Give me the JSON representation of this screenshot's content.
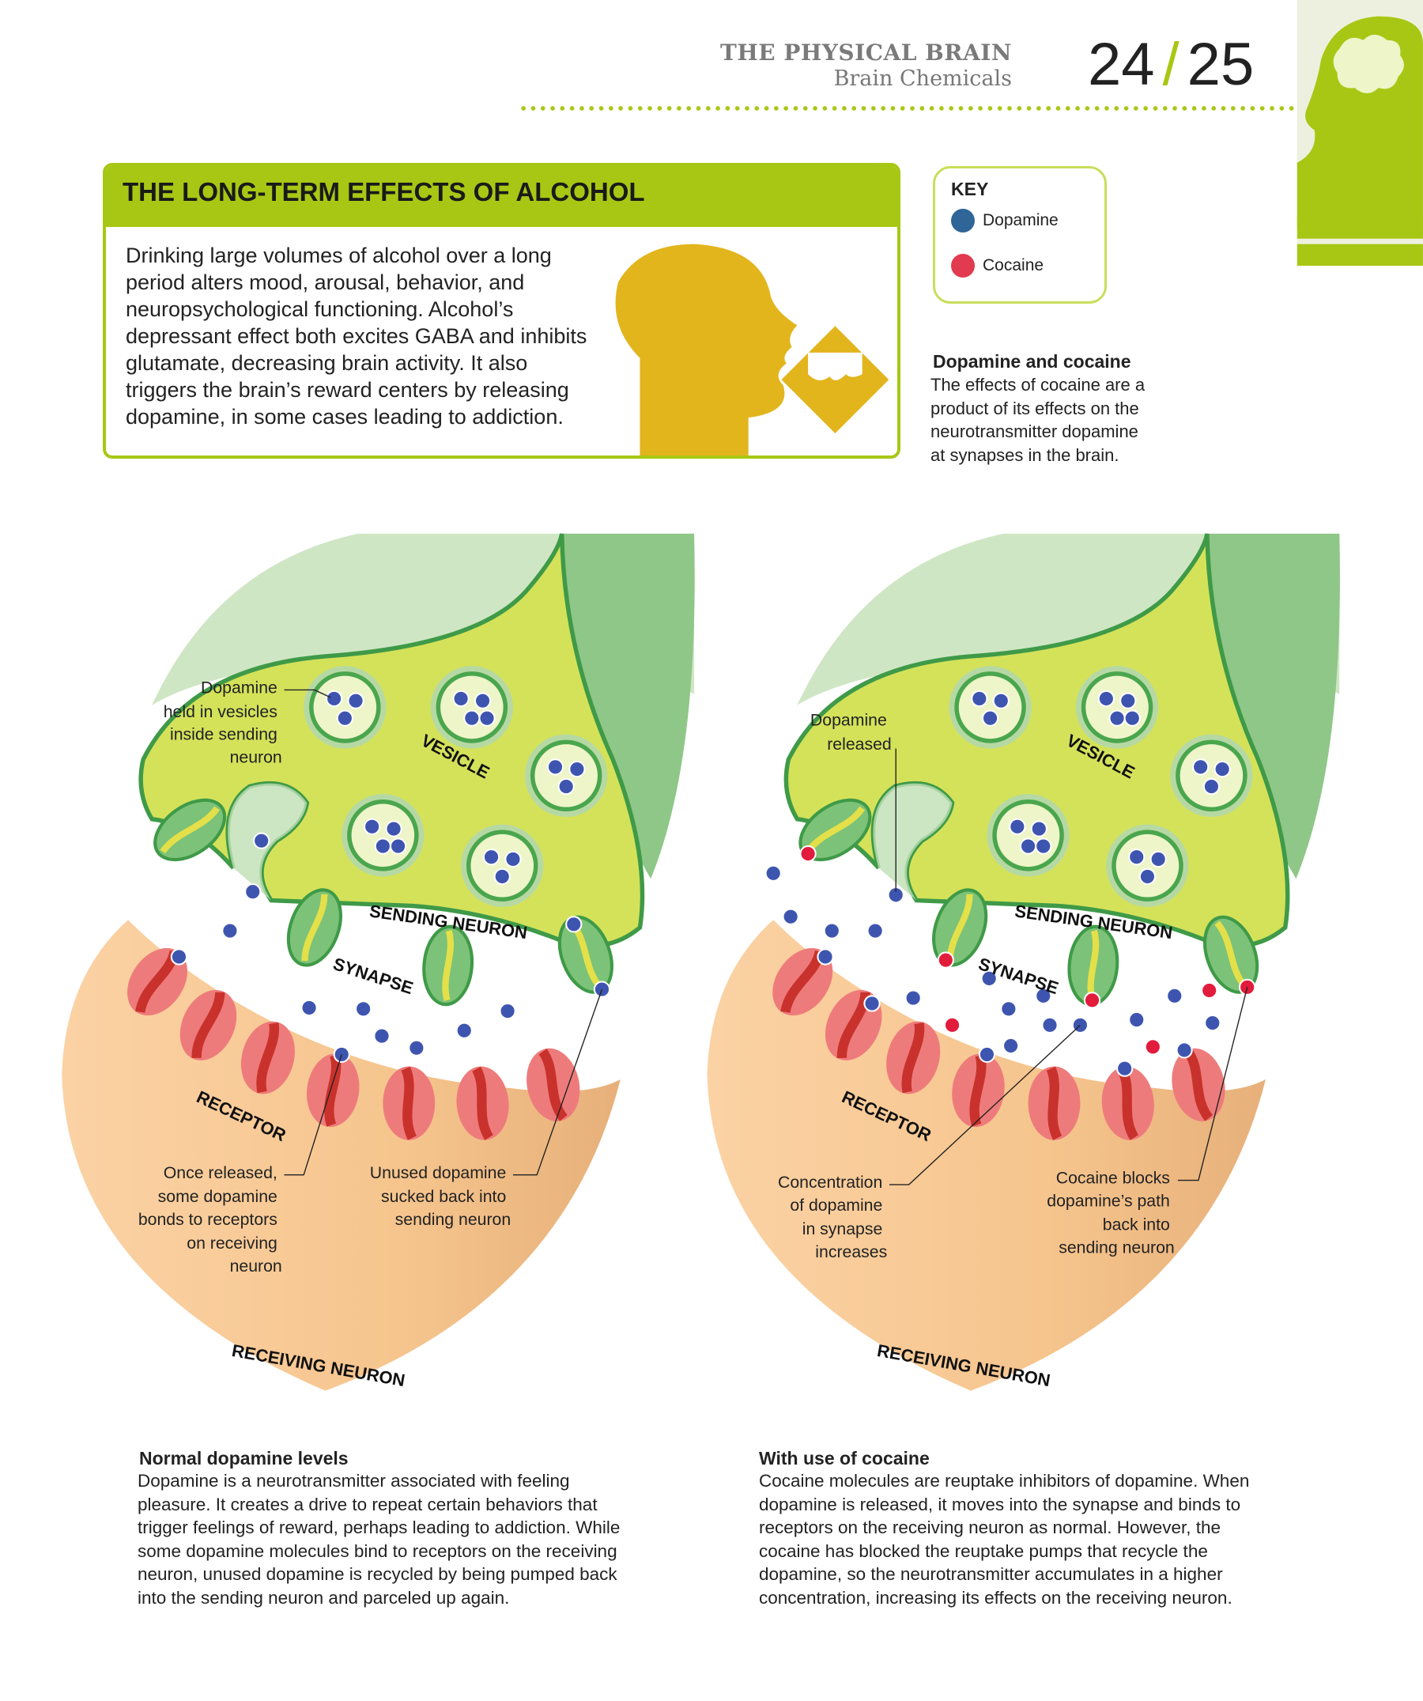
{
  "header": {
    "section": "THE PHYSICAL BRAIN",
    "subsection": "Brain Chemicals",
    "page_left": "24",
    "page_right": "25"
  },
  "alcohol": {
    "title": "THE LONG-TERM EFFECTS OF ALCOHOL",
    "lines": [
      "Drinking large volumes of alcohol over a long",
      "period alters mood, arousal, behavior, and",
      "neuropsychological functioning. Alcohol’s",
      "depressant effect both excites GABA and inhibits",
      "glutamate, decreasing brain activity. It also",
      "triggers the brain’s reward centers by releasing",
      "dopamine, in some cases leading to addiction."
    ]
  },
  "key": {
    "title": "KEY",
    "items": [
      {
        "label": "Dopamine",
        "color": "#2f6597"
      },
      {
        "label": "Cocaine",
        "color": "#e23a4e"
      }
    ]
  },
  "intro": {
    "title": "Dopamine and cocaine",
    "lines": [
      "The effects of cocaine are a",
      "product of its effects on the",
      "neurotransmitter dopamine",
      "at synapses in the brain."
    ]
  },
  "diagram_labels": {
    "vesicle": "VESICLE",
    "sending_neuron": "SENDING NEURON",
    "synapse": "SYNAPSE",
    "receptor": "RECEPTOR",
    "receiving_neuron": "RECEIVING NEURON"
  },
  "normal": {
    "held_label": [
      "Dopamine",
      "held in vesicles",
      "inside sending",
      "neuron"
    ],
    "bond_label": [
      "Once released,",
      "some dopamine",
      "bonds to receptors",
      "on receiving",
      "neuron"
    ],
    "unused_label": [
      "Unused dopamine",
      "sucked back into",
      "sending neuron"
    ],
    "caption_title": "Normal dopamine levels",
    "caption_lines": [
      "Dopamine is a neurotransmitter associated with feeling",
      "pleasure. It creates a drive to repeat certain behaviors that",
      "trigger feelings of reward, perhaps leading to addiction. While",
      "some dopamine molecules bind to receptors on the receiving",
      "neuron, unused dopamine is recycled by being pumped back",
      "into the sending neuron and parceled up again."
    ]
  },
  "cocaine": {
    "released_label": [
      "Dopamine",
      "released"
    ],
    "concentration_label": [
      "Concentration",
      "of dopamine",
      "in synapse",
      "increases"
    ],
    "blocks_label": [
      "Cocaine blocks",
      "dopamine’s path",
      "back into",
      "sending neuron"
    ],
    "caption_title": "With use of cocaine",
    "caption_lines": [
      "Cocaine molecules are reuptake inhibitors of dopamine. When",
      "dopamine is released, it moves into the synapse and binds to",
      "receptors on the receiving neuron as normal. However, the",
      "cocaine has blocked the reuptake pumps that recycle the",
      "dopamine, so the neurotransmitter accumulates in a higher",
      "concentration, increasing its effects on the receiving neuron."
    ]
  },
  "colors": {
    "accent_green": "#a8c714",
    "alcohol_yellow": "#e2b51c",
    "dopamine": "#3e55b0",
    "cocaine": "#e21c3c",
    "receiving_neuron": "#f6c58e",
    "sending_neuron": "#d4e25a"
  }
}
